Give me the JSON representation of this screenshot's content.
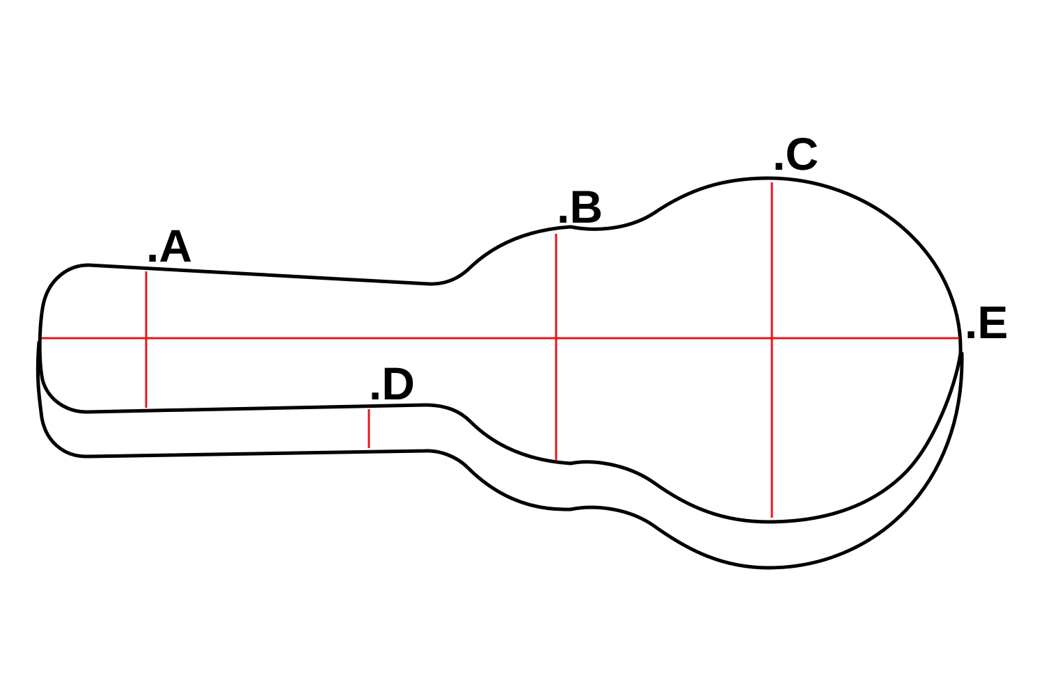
{
  "diagram": {
    "labels": {
      "a": ".A",
      "b": ".B",
      "c": ".C",
      "d": ".D",
      "e": ".E"
    },
    "colors": {
      "outline": "#000000",
      "measurement": "#e8141b",
      "background": "#ffffff"
    }
  }
}
